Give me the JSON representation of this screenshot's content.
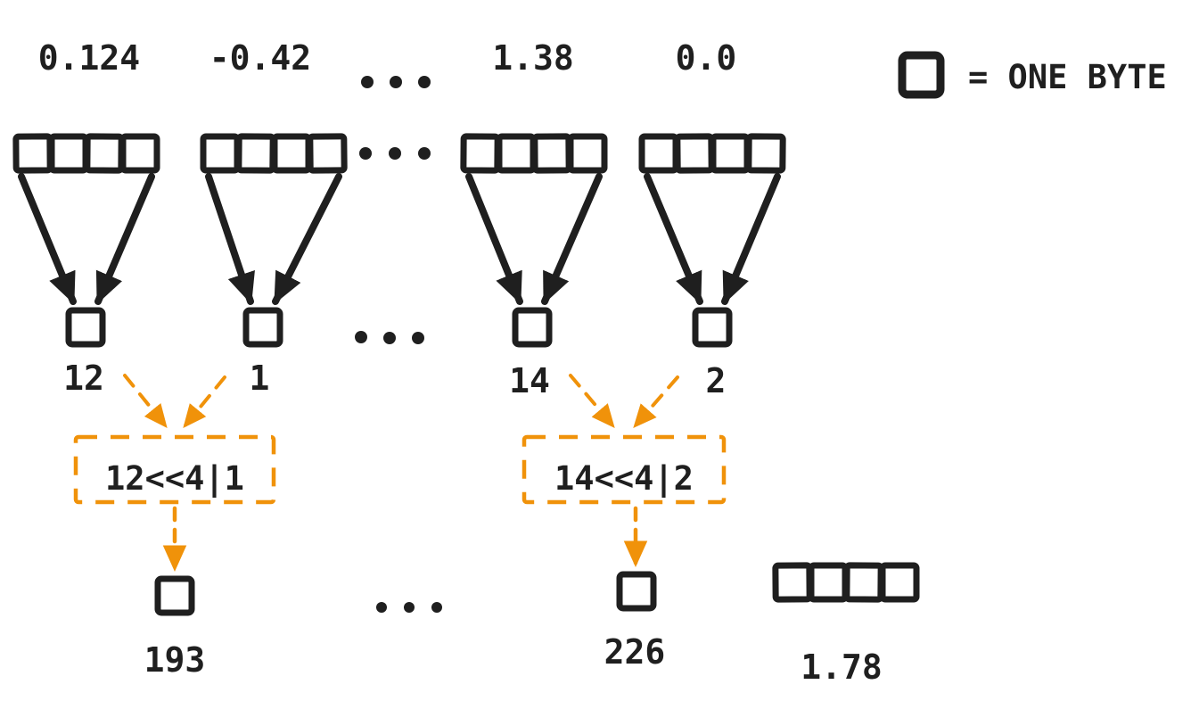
{
  "colors": {
    "ink": "#1f1f1f",
    "accent": "#f0920a"
  },
  "legend": {
    "label": "= ONE BYTE"
  },
  "ellipsis": "...",
  "groups": [
    {
      "float_value": "0.124",
      "quantized": "12"
    },
    {
      "float_value": "-0.42",
      "quantized": "1"
    },
    {
      "float_value": "1.38",
      "quantized": "14"
    },
    {
      "float_value": "0.0",
      "quantized": "2"
    }
  ],
  "packs": [
    {
      "expression": "12<<4|1",
      "packed_byte": "193"
    },
    {
      "expression": "14<<4|2",
      "packed_byte": "226"
    }
  ],
  "scale_factor": {
    "value": "1.78"
  }
}
